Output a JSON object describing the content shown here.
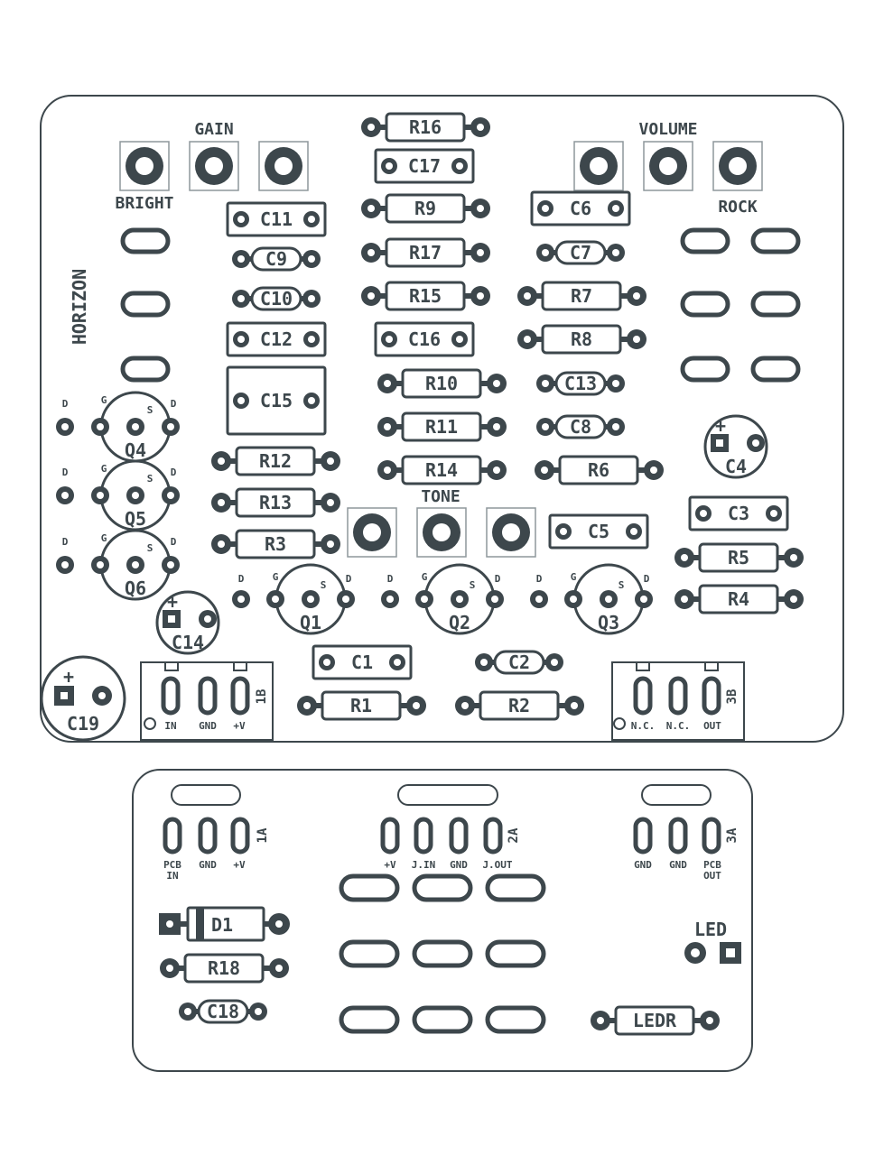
{
  "boards": {
    "main": {
      "name": "HORIZON",
      "pot_labels": {
        "gain": "GAIN",
        "bright": "BRIGHT",
        "volume": "VOLUME",
        "rock": "ROCK",
        "tone": "TONE"
      },
      "header_in": {
        "id": "1B",
        "pins": [
          "IN",
          "GND",
          "+V"
        ]
      },
      "header_out": {
        "id": "3B",
        "pins": [
          "N.C.",
          "N.C.",
          "OUT"
        ]
      }
    },
    "switch": {
      "header_pcb": {
        "id": "1A",
        "pins": [
          "PCB",
          "GND",
          "+V"
        ],
        "pin1_line2": "IN"
      },
      "header_jack": {
        "id": "2A",
        "pins": [
          "+V",
          "J.IN",
          "GND",
          "J.OUT"
        ]
      },
      "header_out": {
        "id": "3A",
        "pins": [
          "GND",
          "GND",
          "PCB"
        ],
        "pin3_line2": "OUT"
      },
      "led_label": "LED"
    }
  },
  "jfet_pins": [
    "D",
    "G",
    "S",
    "D"
  ],
  "polarity_mark": "+",
  "resistors": [
    "R16",
    "R9",
    "R17",
    "R15",
    "R7",
    "R8",
    "R10",
    "R11",
    "R14",
    "R6",
    "R12",
    "R13",
    "R3",
    "R5",
    "R4",
    "R1",
    "R2",
    "R18",
    "LEDR"
  ],
  "box_capacitors": [
    "C17",
    "C6",
    "C11",
    "C12",
    "C16",
    "C15",
    "C3",
    "C5",
    "C1"
  ],
  "ceramic_capacitors": [
    "C9",
    "C10",
    "C7",
    "C13",
    "C8",
    "C2",
    "C18"
  ],
  "electrolytic_capacitors": [
    "C4",
    "C14",
    "C19"
  ],
  "transistors": [
    "Q1",
    "Q2",
    "Q3",
    "Q4",
    "Q5",
    "Q6"
  ],
  "diodes": [
    "D1"
  ],
  "colors": {
    "copper": "#3d474c",
    "silkscreen": "#ffffff",
    "outline": "#3d474c"
  }
}
